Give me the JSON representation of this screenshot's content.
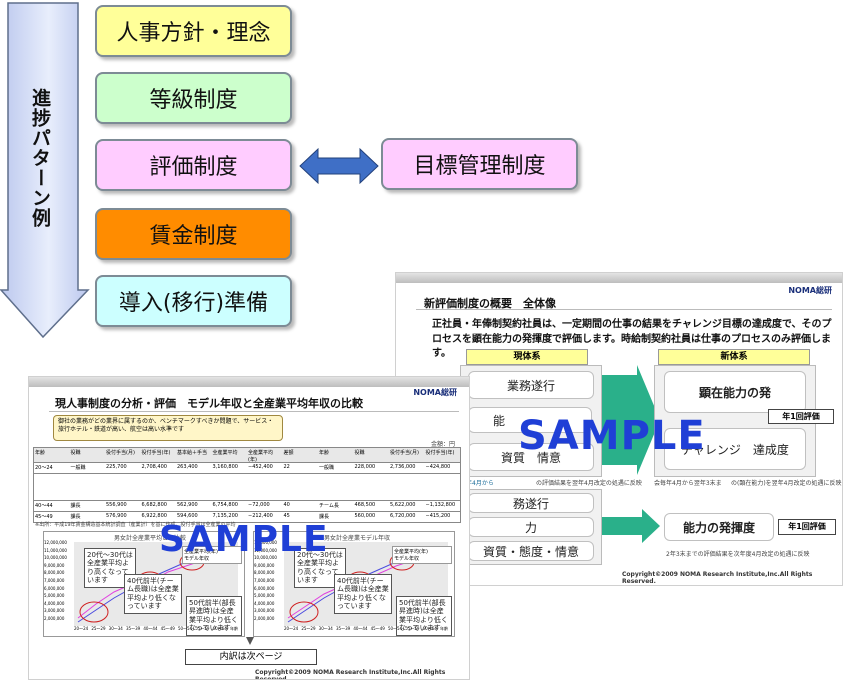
{
  "flow": {
    "side_label": "進捗パターン例",
    "steps": [
      {
        "label": "人事方針・理念",
        "color": "#ffff99"
      },
      {
        "label": "等級制度",
        "color": "#ccffcc"
      },
      {
        "label": "評価制度",
        "color": "#ffccff"
      },
      {
        "label": "賃金制度",
        "color": "#ff8c00"
      },
      {
        "label": "導入(移行)準備",
        "color": "#ccffff"
      }
    ],
    "related": {
      "label": "目標管理制度",
      "color": "#ffccff"
    }
  },
  "slide_right": {
    "logo": "NOMA総研",
    "title": "新評価制度の概要　全体像",
    "body": "正社員・年俸制契約社員は、一定期間の仕事の結果をチャレンジ目標の達成度で、そのプロセスを顕在能力の発揮度で評価します。時給制契約社員は仕事のプロセスのみ評価します。",
    "col_current": "現体系",
    "col_new": "新体系",
    "current_items": [
      "業務遂行",
      "能",
      "資質　情意"
    ],
    "new_items": [
      "顕在能力の発",
      "チャレンジ　達成度"
    ],
    "badge_1": "年1回評価",
    "footnote_left": "会毎年4月から",
    "footnote_mid": "の評価結果を翌年4月改定の処遇に反映",
    "footnote_right": "会毎年4月から翌年3末ま",
    "footnote_far": "の(顕在能力)を翌年4月改定の処遇に反映",
    "lower_items": [
      "務遂行",
      "力",
      "資質・態度・情意"
    ],
    "lower_new": "能力の発揮度",
    "lower_badge": "年1回評価",
    "lower_note": "2年3末までの評価結果を次年度4月改定の処遇に反映",
    "copyright": "Copyright©2009 NOMA Research Institute,Inc.All Rights Reserved.",
    "watermark": "SAMPLE"
  },
  "slide_left": {
    "logo": "NOMA総研",
    "title": "現人事制度の分析・評価　モデル年収と全産業平均年収の比較",
    "callout": "御社の業務がどの業界に属するのか、ベンチマークすべきか問題で、サービス・旅行ホテル・鉄道が高い、航空は高い水準です",
    "table_unit": "金額：円",
    "table_headers": [
      "年齢",
      "役職",
      "役付手当(月)",
      "役付手当(年)",
      "基本給＋手当",
      "全産業平均",
      "全産業平均(年)",
      "差額",
      "年齢",
      "役職",
      "役付手当(月)",
      "役付手当(年)"
    ],
    "table_rows": [
      [
        "20〜24",
        "一般職",
        "225,700",
        "2,708,400",
        "263,400",
        "3,160,800",
        "−452,400",
        "22",
        "一般職",
        "228,000",
        "2,736,000",
        "−424,800"
      ],
      [
        "40〜44",
        "課長",
        "556,900",
        "6,682,800",
        "562,900",
        "6,754,800",
        "−72,000",
        "40",
        "チーム長",
        "468,500",
        "5,622,000",
        "−1,132,800"
      ],
      [
        "45〜49",
        "課長",
        "576,900",
        "6,922,800",
        "594,600",
        "7,135,200",
        "−212,400",
        "45",
        "課長",
        "560,000",
        "6,720,000",
        "−415,200"
      ]
    ],
    "table_note": "※出所：平成19年賃金構造基本統計調査（産業計）を基に作成。役付手当は全産業の平均",
    "chart_left_title": "男女計全産業平均との比較",
    "chart_right_title": "男女計全産業モデル年収",
    "legend_a": "全産業平均(年)",
    "legend_b": "モデル年収",
    "note_1": "20代〜30代は全産業平均より高くなっています",
    "note_2": "40代前半(チーム長職)は全産業平均より低くなっています",
    "note_3": "50代前半(部長昇進時)は全産業平均より低くなっています",
    "note_4": "20代〜30代は全産業平均より高くなっています",
    "note_5": "40代前半(チーム長職)は全産業平均より低くなっています",
    "note_6": "50代前半(部長昇進時)は全産業平均より低くなっています",
    "y_ticks": [
      "12,000,000",
      "11,000,000",
      "10,000,000",
      "9,000,000",
      "8,000,000",
      "7,000,000",
      "6,000,000",
      "5,000,000",
      "4,000,000",
      "3,000,000",
      "2,000,000"
    ],
    "x_ticks": [
      "20〜24",
      "25〜29",
      "30〜34",
      "35〜39",
      "40〜44",
      "45〜49",
      "50〜54",
      "55〜59",
      "60〜64"
    ],
    "x_label": "年齢",
    "next_page": "内訳は次ページ",
    "copyright": "Copyright©2009 NOMA Research Institute,Inc.All Rights Reserved.",
    "watermark": "SAMPLE"
  }
}
